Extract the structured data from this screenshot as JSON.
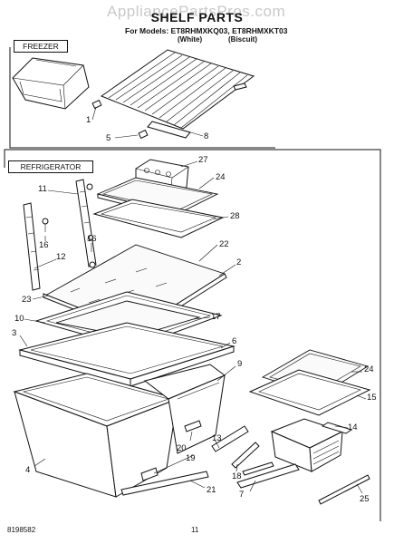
{
  "watermark": "AppliancePartsPros.com",
  "header": {
    "title": "SHELF PARTS",
    "models_line": "For Models: ET8RHMXKQ03, ET8RHMXKT03",
    "variant_white": "(White)",
    "variant_biscuit": "(Biscuit)"
  },
  "sections": {
    "freezer": "FREEZER",
    "refrigerator": "REFRIGERATOR"
  },
  "callouts": {
    "c1": "1",
    "c5": "5",
    "c8": "8",
    "c27": "27",
    "c24a": "24",
    "c28": "28",
    "c11": "11",
    "c16a": "16",
    "c16b": "16",
    "c12": "12",
    "c22": "22",
    "c2": "2",
    "c23": "23",
    "c10": "10",
    "c17": "17",
    "c3": "3",
    "c6": "6",
    "c9": "9",
    "c24b": "24",
    "c15": "15",
    "c14": "14",
    "c4": "4",
    "c20": "20",
    "c19": "19",
    "c13": "13",
    "c18": "18",
    "c21": "21",
    "c7": "7",
    "c25": "25"
  },
  "footer": {
    "doc_id": "8198582",
    "page": "11"
  }
}
